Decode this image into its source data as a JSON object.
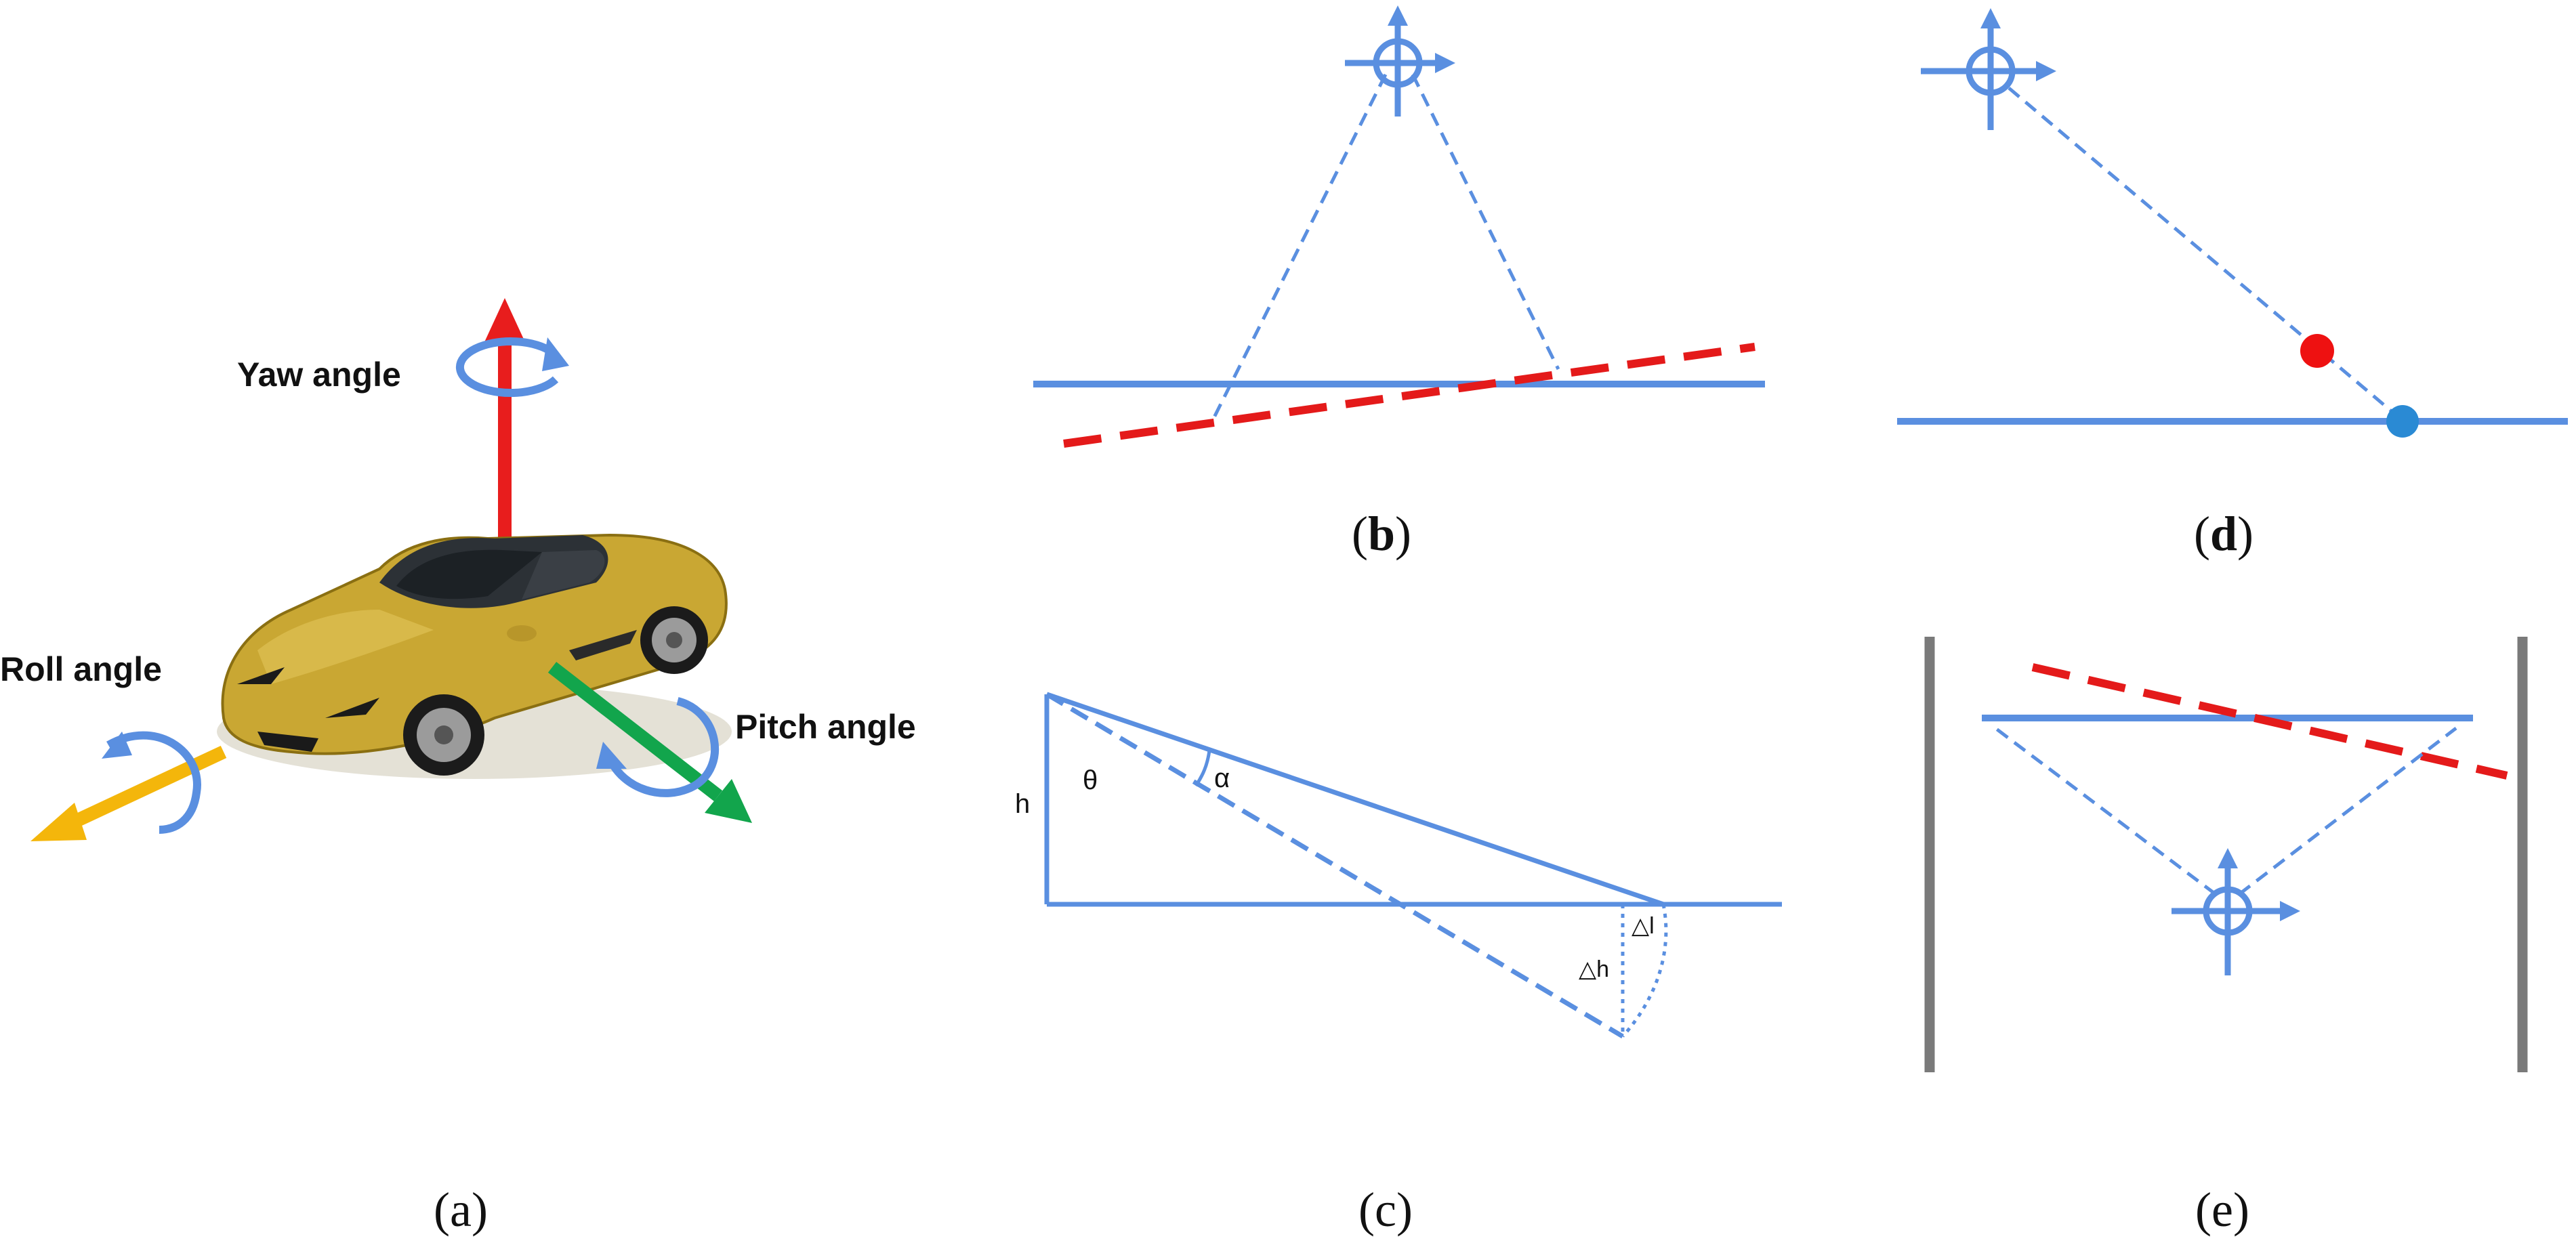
{
  "colors": {
    "blue": "#5a8fe0",
    "red_axis": "#e81d1d",
    "green_axis": "#12a54c",
    "yellow_axis": "#f4b60b",
    "red_dash": "#e41a1a",
    "gray_wall": "#7a7a7a",
    "car_body": "#c9a733",
    "red_dot": "#ee1111",
    "blue_dot": "#2a8ad4"
  },
  "panel_a": {
    "yaw_label": "Yaw angle",
    "roll_label": "Roll angle",
    "pitch_label": "Pitch angle",
    "caption": "a"
  },
  "panel_b": {
    "caption": "b"
  },
  "panel_c": {
    "caption": "c",
    "h": "h",
    "theta": "θ",
    "alpha": "α",
    "delta_h": "△h",
    "delta_l": "△l"
  },
  "panel_d": {
    "caption": "d"
  },
  "panel_e": {
    "caption": "e"
  },
  "icons": [
    "crosshair-icon",
    "rotation-arrow-icon",
    "car-image"
  ]
}
